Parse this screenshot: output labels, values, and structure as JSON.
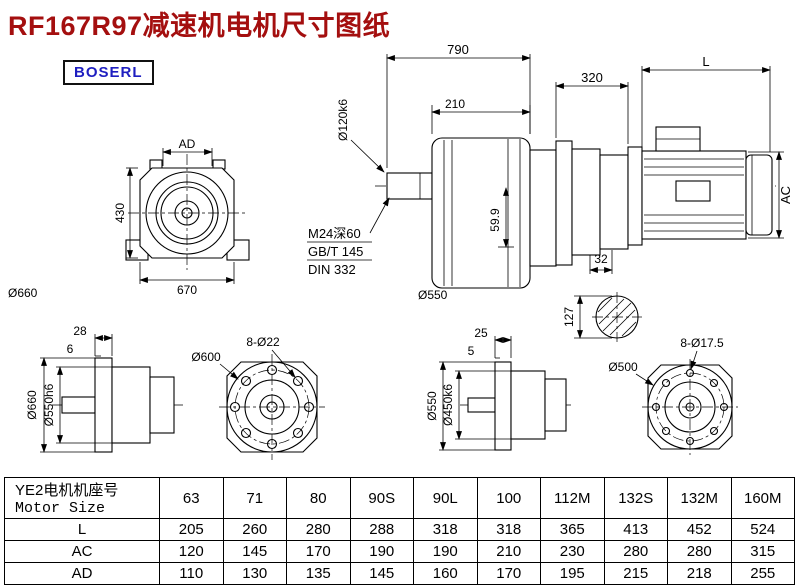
{
  "page": {
    "title": "RF167R97减速机电机尺寸图纸",
    "brand": "BOSERL"
  },
  "dims": {
    "front_view": {
      "ad": "AD",
      "h430": "430",
      "w670": "670",
      "od660": "Ø660"
    },
    "main": {
      "w790": "790",
      "w210": "210",
      "shaft": "Ø120k6",
      "m24": "M24深60",
      "gbt": "GB/T 145",
      "din": "DIN 332",
      "h599": "59.9",
      "flange": "Ø550",
      "w320": "320",
      "len": "L",
      "ac": "AC",
      "key32": "32",
      "d127": "127"
    },
    "bottom_left_side": {
      "t28": "28",
      "t6": "6",
      "od": "Ø660",
      "spigot": "Ø550h6"
    },
    "bottom_left_front": {
      "dia": "Ø600",
      "holes": "8-Ø22"
    },
    "bottom_right_side": {
      "t25": "25",
      "t5": "5",
      "od": "Ø550",
      "spigot": "Ø450k6"
    },
    "bottom_right_front": {
      "dia": "Ø500",
      "holes": "8-Ø17.5"
    }
  },
  "table": {
    "row_header_cn": "YE2电机机座号",
    "row_header_en": "Motor Size",
    "columns": [
      "63",
      "71",
      "80",
      "90S",
      "90L",
      "100",
      "112M",
      "132S",
      "132M",
      "160M"
    ],
    "rows": [
      {
        "label": "L",
        "values": [
          "205",
          "260",
          "280",
          "288",
          "318",
          "318",
          "365",
          "413",
          "452",
          "524"
        ]
      },
      {
        "label": "AC",
        "values": [
          "120",
          "145",
          "170",
          "190",
          "190",
          "210",
          "230",
          "280",
          "280",
          "315"
        ]
      },
      {
        "label": "AD",
        "values": [
          "110",
          "130",
          "135",
          "145",
          "160",
          "170",
          "195",
          "215",
          "218",
          "255"
        ]
      }
    ]
  }
}
